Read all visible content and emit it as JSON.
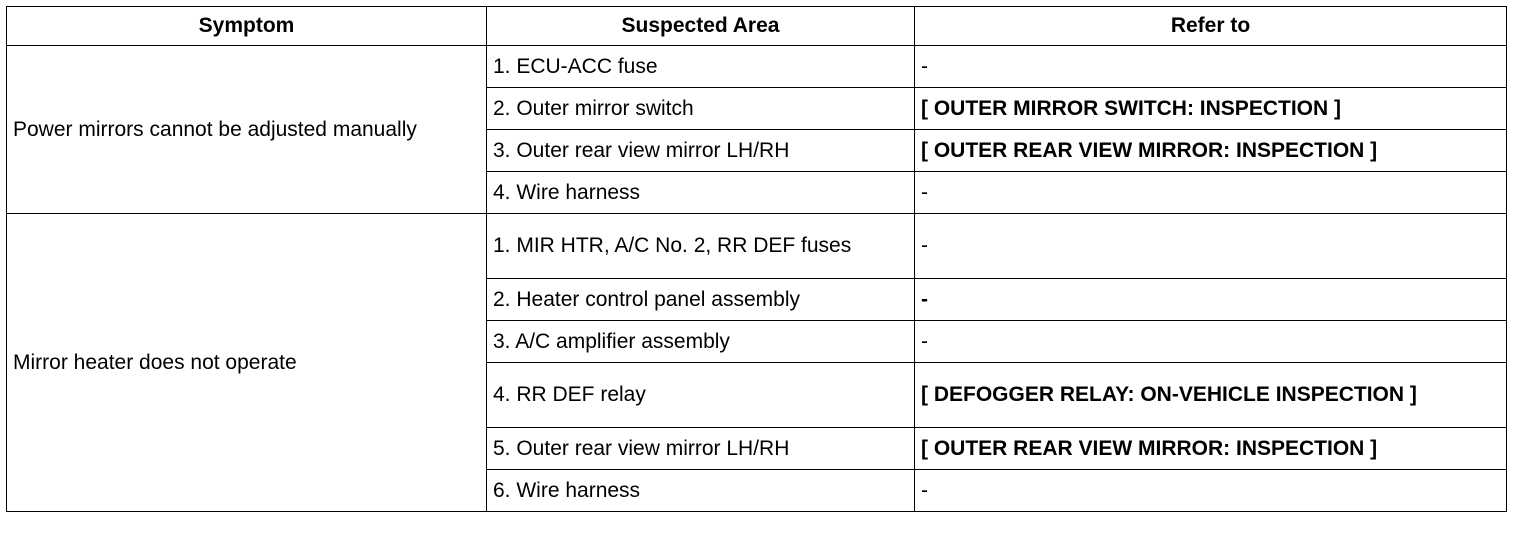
{
  "table": {
    "headers": [
      "Symptom",
      "Suspected Area",
      "Refer to"
    ],
    "groups": [
      {
        "symptom": "Power mirrors cannot be adjusted manually",
        "rows": [
          {
            "area": "1. ECU-ACC fuse",
            "refer": "-"
          },
          {
            "area": "2. Outer mirror switch",
            "refer": "[ OUTER MIRROR SWITCH: INSPECTION ]"
          },
          {
            "area": "3. Outer rear view mirror LH/RH",
            "refer": "[ OUTER REAR VIEW MIRROR: INSPECTION ]"
          },
          {
            "area": "4. Wire harness",
            "refer": "-"
          }
        ]
      },
      {
        "symptom": "Mirror heater does not operate",
        "rows": [
          {
            "area": "1. MIR HTR, A/C No. 2, RR DEF fuses",
            "refer": "-"
          },
          {
            "area": "2. Heater control panel assembly",
            "refer": "-"
          },
          {
            "area": "3. A/C amplifier assembly",
            "refer": "-"
          },
          {
            "area": "4. RR DEF relay",
            "refer": "[ DEFOGGER RELAY: ON-VEHICLE INSPECTION ]"
          },
          {
            "area": "5. Outer rear view mirror LH/RH",
            "refer": "[ OUTER REAR VIEW MIRROR: INSPECTION ]"
          },
          {
            "area": "6. Wire harness",
            "refer": "-"
          }
        ]
      }
    ]
  }
}
